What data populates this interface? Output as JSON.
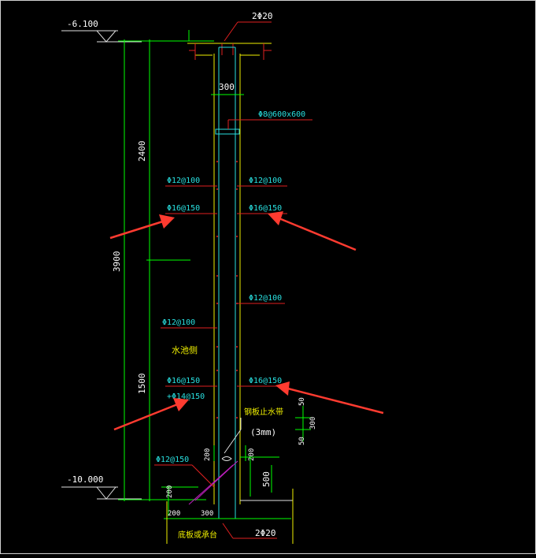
{
  "drawing": {
    "levels": {
      "top": "-6.100",
      "bottom": "-10.000"
    },
    "dimensions": {
      "total": "3900",
      "upper": "2400",
      "lower": "1500",
      "wall_thickness": "300",
      "haunch_h1": "200",
      "haunch_h2": "200",
      "haunch_base_h": "200",
      "base_w1": "200",
      "base_w2": "300",
      "slab_thk": "500",
      "waterstop_a": "50",
      "waterstop_b": "300",
      "waterstop_c": "50"
    },
    "rebar": {
      "top_bars": "2Φ20",
      "tie": "Φ8@600x600",
      "left_upper_1": "Φ12@100",
      "left_upper_2": "Φ16@150",
      "right_upper_1": "Φ12@100",
      "right_upper_2": "Φ16@150",
      "right_mid": "Φ12@100",
      "left_mid": "Φ12@100",
      "left_lower_1": "Φ16@150",
      "left_lower_2": "+Φ14@150",
      "right_lower": "Φ16@150",
      "haunch_bar": "Φ12@150",
      "bottom_bars": "2Φ20"
    },
    "labels": {
      "pool_side": "水池侧",
      "waterstop": "钢板止水带",
      "waterstop_thk": "(3mm)",
      "base": "底板或承台"
    }
  },
  "colors": {
    "background": "#000000",
    "dim_green": "#00ff00",
    "rebar_cyan": "#29e0e0",
    "leader_red": "#e02020",
    "outline_yellow": "#f0f000",
    "text_white": "#ffffff",
    "arrow_red": "#ff3b30",
    "haunch_magenta": "#c020c0"
  },
  "annotations": {
    "arrows": 4,
    "icon": "red-arrow-icon"
  }
}
